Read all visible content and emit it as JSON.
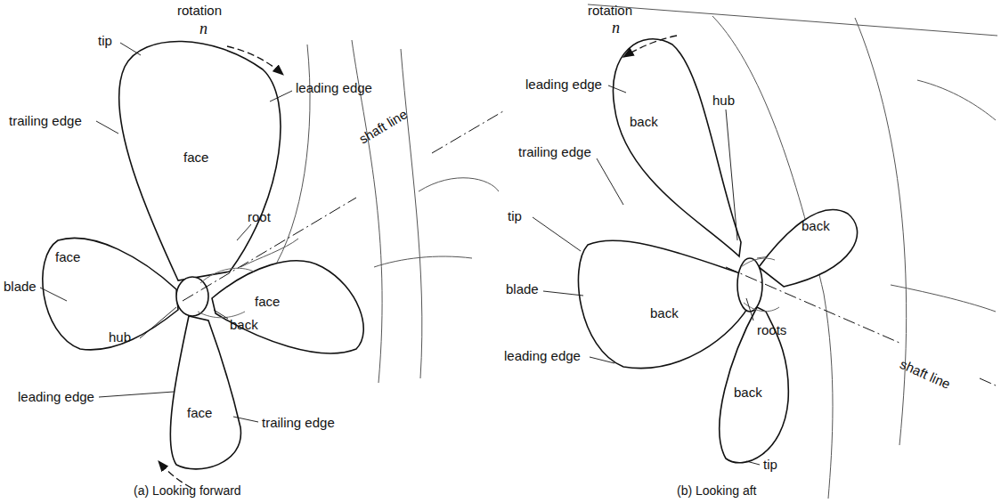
{
  "diagram": {
    "labels": [
      "rotation",
      "n",
      "tip",
      "leading edge",
      "trailing edge",
      "face",
      "root",
      "shaft line",
      "face",
      "face",
      "blade",
      "hub",
      "back",
      "leading edge",
      "face",
      "trailing edge",
      "(a) Looking forward",
      "rotation",
      "n",
      "leading edge",
      "back",
      "hub",
      "back",
      "trailing edge",
      "tip",
      "roots",
      "blade",
      "back",
      "shaft line",
      "leading edge",
      "back",
      "tip",
      "(b) Looking aft"
    ]
  }
}
